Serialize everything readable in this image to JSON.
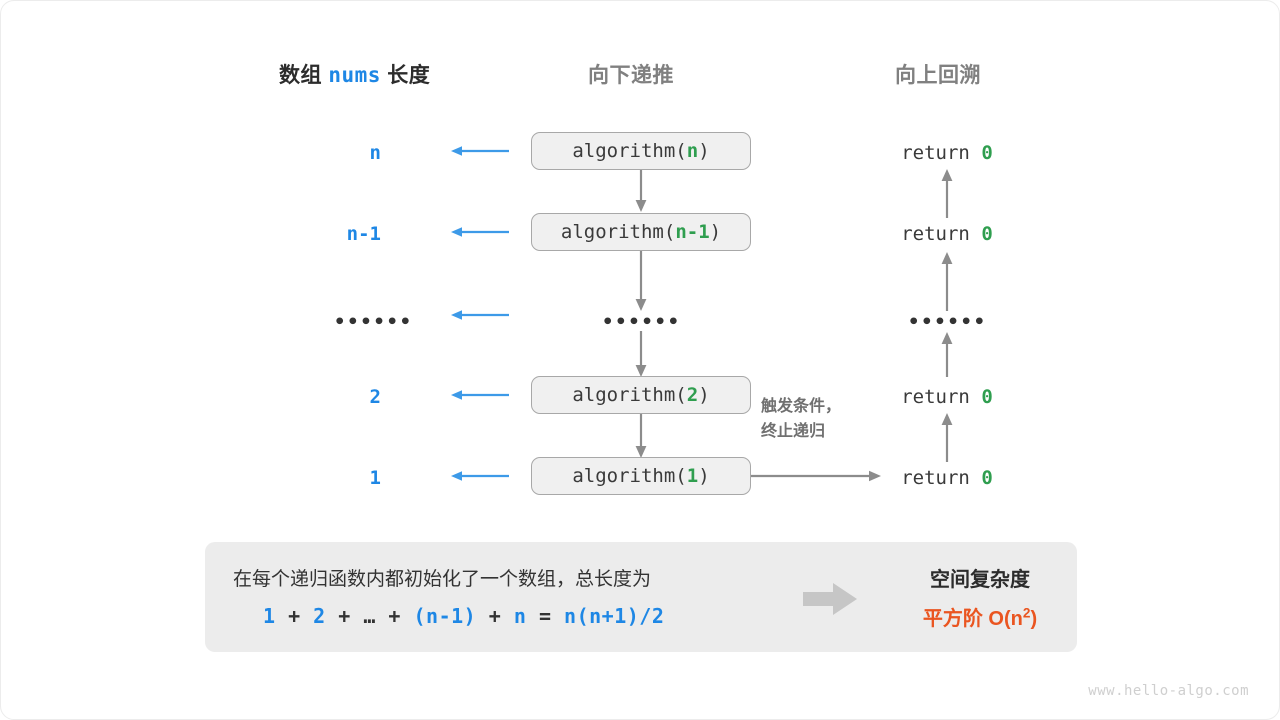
{
  "headers": {
    "left_prefix": "数组",
    "left_code": "nums",
    "left_suffix": "长度",
    "middle": "向下递推",
    "right": "向上回溯"
  },
  "rows": [
    {
      "length": "n",
      "call_name": "algorithm",
      "call_arg": "n",
      "return": "return",
      "return_value": "0"
    },
    {
      "length": "n-1",
      "call_name": "algorithm",
      "call_arg": "n-1",
      "return": "return",
      "return_value": "0"
    },
    {
      "length": "……",
      "call_name": "……",
      "call_arg": "",
      "return": "……",
      "return_value": ""
    },
    {
      "length": "2",
      "call_name": "algorithm",
      "call_arg": "2",
      "return": "return",
      "return_value": "0"
    },
    {
      "length": "1",
      "call_name": "algorithm",
      "call_arg": "1",
      "return": "return",
      "return_value": "0"
    }
  ],
  "dots_glyph": "••••••",
  "note": {
    "line1": "触发条件，",
    "line2": "终止递归"
  },
  "summary": {
    "description": "在每个递归函数内都初始化了一个数组，总长度为",
    "formula_parts": [
      {
        "text": "1",
        "kind": "num"
      },
      {
        "text": " + ",
        "kind": "op"
      },
      {
        "text": "2",
        "kind": "num"
      },
      {
        "text": " + ",
        "kind": "op"
      },
      {
        "text": "…",
        "kind": "op"
      },
      {
        "text": " + ",
        "kind": "op"
      },
      {
        "text": "(n-1)",
        "kind": "num"
      },
      {
        "text": " + ",
        "kind": "op"
      },
      {
        "text": "n",
        "kind": "num"
      },
      {
        "text": " = ",
        "kind": "op"
      },
      {
        "text": "n(n+1)/2",
        "kind": "num"
      }
    ],
    "formula_plain": "1 + 2 + … + (n-1) + n = n(n+1)/2",
    "result_title": "空间复杂度",
    "result_value_prefix": "平方阶  O(n",
    "result_value_exp": "2",
    "result_value_suffix": ")"
  },
  "watermark": "www.hello-algo.com",
  "colors": {
    "blue": "#1e87e5",
    "green": "#2f9e4f",
    "orange": "#ea5520",
    "gray_text": "#808080",
    "dark_text": "#2c2c2c",
    "panel_bg": "#ececec",
    "box_bg": "#f0f0f0",
    "box_border": "#a8a8a8",
    "arrow_gray": "#8c8c8c",
    "arrow_blue": "#3d9ae8"
  }
}
